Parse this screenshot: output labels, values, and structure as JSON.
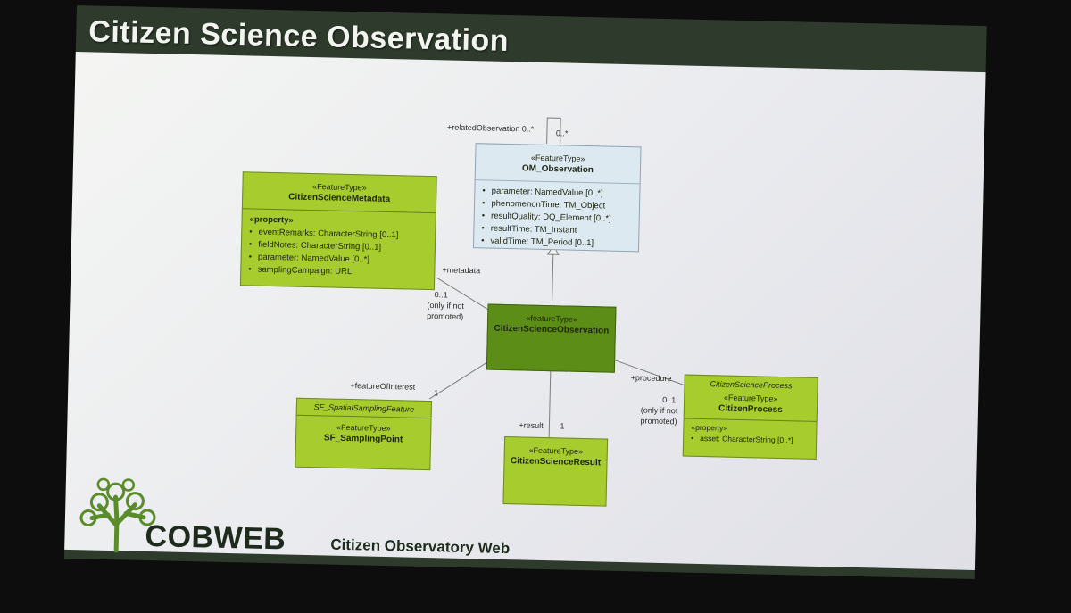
{
  "slide": {
    "title": "Citizen Science Observation"
  },
  "diagram": {
    "om_observation": {
      "stereotype": "«FeatureType»",
      "name": "OM_Observation",
      "attributes": [
        "parameter: NamedValue [0..*]",
        "phenomenonTime: TM_Object",
        "resultQuality: DQ_Element [0..*]",
        "resultTime: TM_Instant",
        "validTime: TM_Period [0..1]"
      ]
    },
    "metadata": {
      "stereotype": "«FeatureType»",
      "name": "CitizenScienceMetadata",
      "section": "«property»",
      "attributes": [
        "eventRemarks: CharacterString [0..1]",
        "fieldNotes: CharacterString [0..1]",
        "parameter: NamedValue [0..*]",
        "samplingCampaign: URL"
      ]
    },
    "observation": {
      "stereotype": "«featureType»",
      "name": "CitizenScienceObservation"
    },
    "sampling_point": {
      "supertype": "SF_SpatialSamplingFeature",
      "stereotype": "«FeatureType»",
      "name": "SF_SamplingPoint"
    },
    "result": {
      "stereotype": "«FeatureType»",
      "name": "CitizenScienceResult"
    },
    "process": {
      "supertype": "CitizenScienceProcess",
      "stereotype": "«FeatureType»",
      "name": "CitizenProcess",
      "section": "«property»",
      "attributes": [
        "asset: CharacterString [0..*]"
      ]
    },
    "labels": {
      "related_observation": "+relatedObservation 0..*",
      "related_mult": "0..*",
      "metadata_role": "+metadata",
      "metadata_mult": "0..1",
      "metadata_note_1": "(only if not",
      "metadata_note_2": "promoted)",
      "foi_role": "+featureOfInterest",
      "foi_mult": "1",
      "result_role": "+result",
      "result_mult": "1",
      "procedure_role": "+procedure",
      "procedure_mult": "0..1",
      "procedure_note_1": "(only if not",
      "procedure_note_2": "promoted)"
    }
  },
  "footer": {
    "brand": "COBWEB",
    "tagline": "Citizen Observatory Web"
  },
  "colors": {
    "class_fill": "#a6cc2e",
    "main_class_fill": "#5c8e17",
    "base_class_fill": "#dce9f1",
    "title_bar": "#2e3a2c",
    "logo_green": "#5b8c2a"
  }
}
